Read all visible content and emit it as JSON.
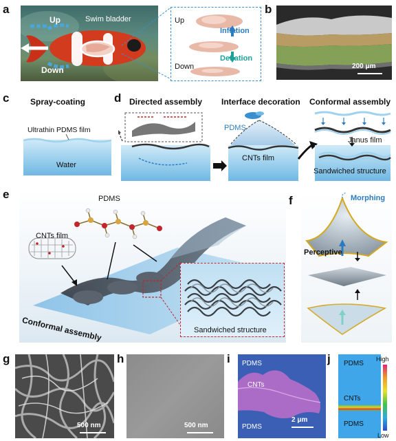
{
  "panel_letters": {
    "a": "a",
    "b": "b",
    "c": "c",
    "d": "d",
    "e": "e",
    "f": "f",
    "g": "g",
    "h": "h",
    "i": "i",
    "j": "j"
  },
  "panel_a": {
    "up": "Up",
    "down": "Down",
    "swim_bladder": "Swim bladder",
    "inset_up": "Up",
    "inset_down": "Down",
    "inflation": "Inflation",
    "deflation": "Deflation"
  },
  "panel_b": {
    "scale": "200 μm"
  },
  "panel_c": {
    "title": "Spray-coating",
    "film": "Ultrathin PDMS film",
    "water": "Water"
  },
  "panel_d": {
    "directed": "Directed assembly",
    "interface": "Interface decoration",
    "conformal": "Conformal assembly",
    "pdms": "PDMS",
    "cnts_film": "CNTs film",
    "janus": "Janus film",
    "sandwiched": "Sandwiched structure"
  },
  "panel_e": {
    "pdms": "PDMS",
    "cnts_film": "CNTs film",
    "conformal": "Conformal assembly",
    "sandwiched": "Sandwiched structure"
  },
  "panel_f": {
    "morphing": "Morphing",
    "perceptive": "Perceptive"
  },
  "panel_g": {
    "scale": "500 nm"
  },
  "panel_h": {
    "scale": "500 nm"
  },
  "panel_i": {
    "pdms_top": "PDMS",
    "cnts": "CNTs",
    "pdms_bottom": "PDMS",
    "scale": "2 μm"
  },
  "panel_j": {
    "pdms_top": "PDMS",
    "cnts": "CNTs",
    "pdms_bottom": "PDMS",
    "high": "High",
    "low": "Low"
  },
  "colors": {
    "label_blue": "#2b7bc0",
    "teal": "#1aa29a",
    "water_blue": "#8ecdf0",
    "dashed_frame": "#3a8fd0",
    "red_frame": "#c0262c"
  }
}
